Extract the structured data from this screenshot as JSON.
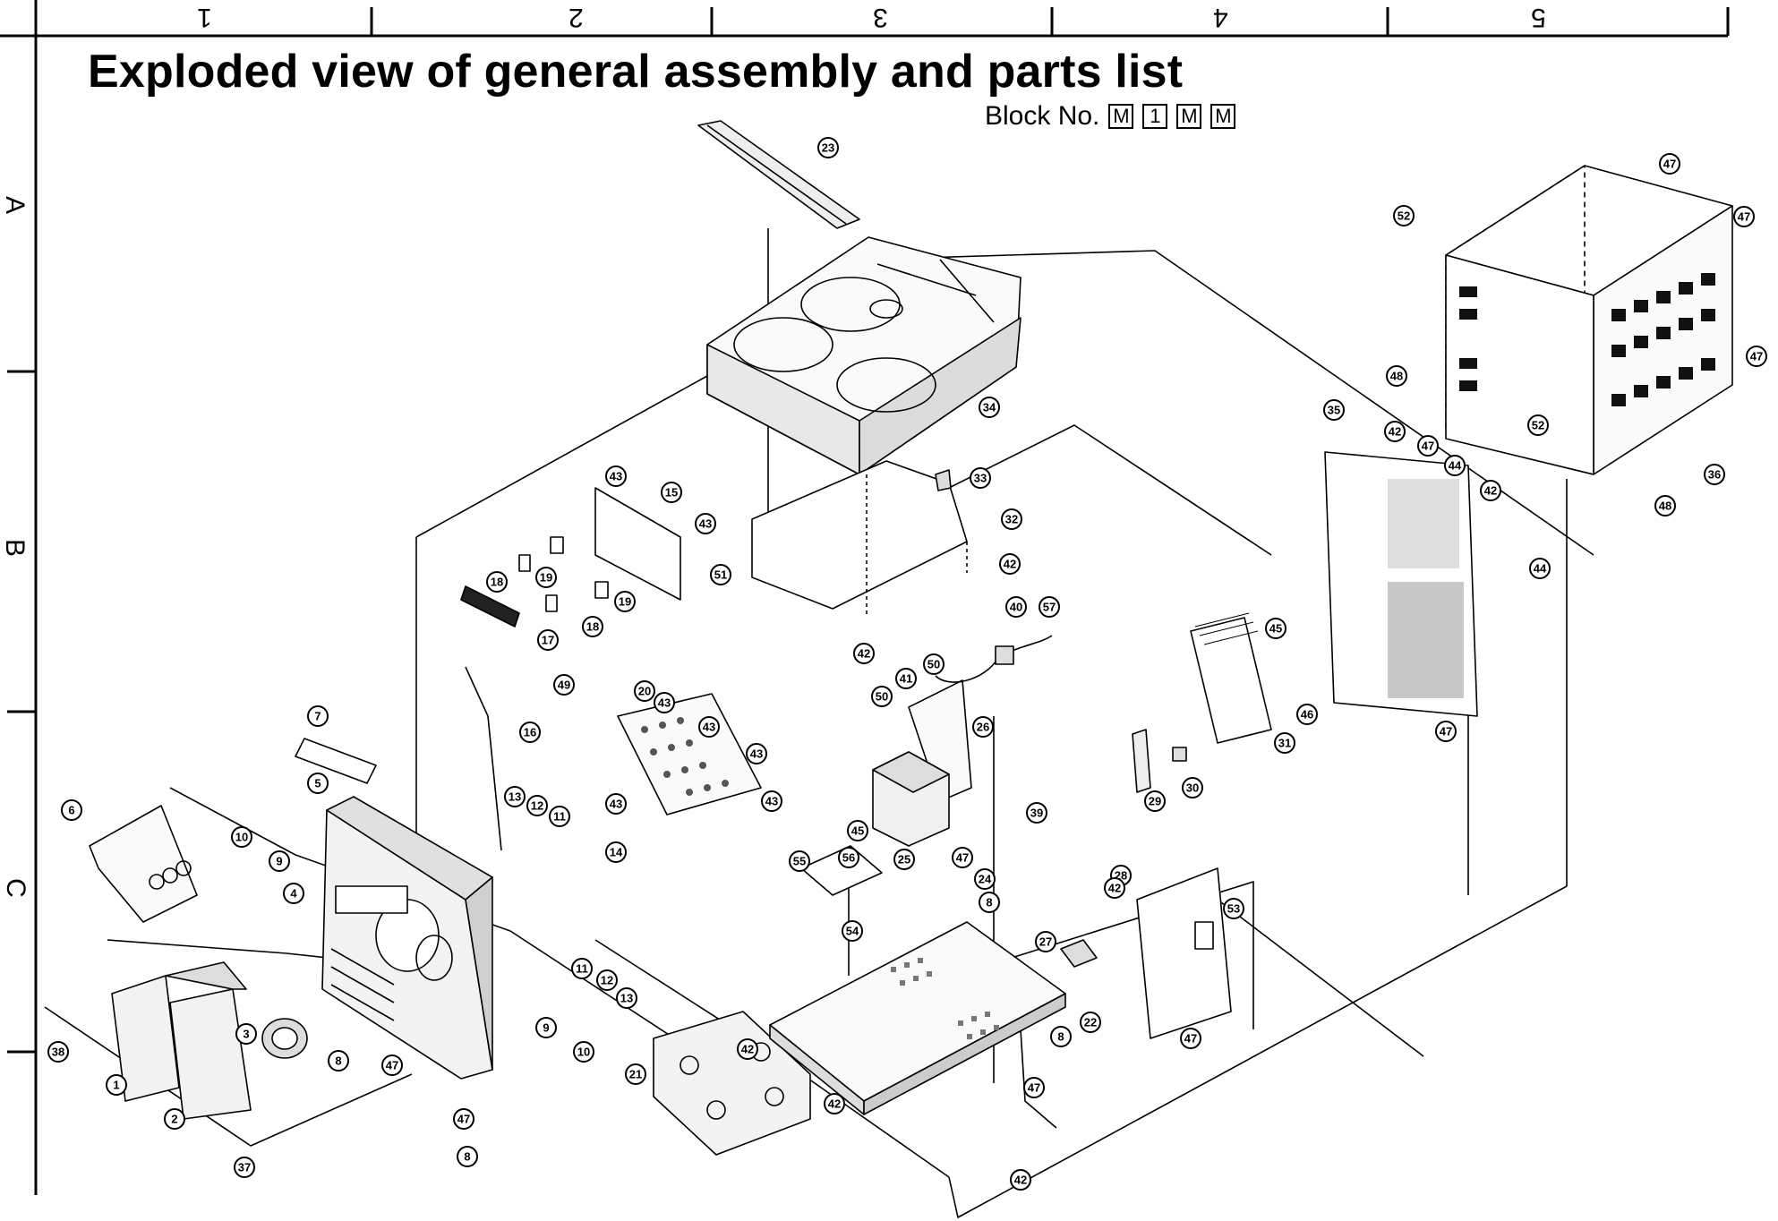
{
  "title": "Exploded view of general assembly and parts list",
  "block": {
    "label": "Block No.",
    "codes": [
      "M",
      "1",
      "M",
      "M"
    ]
  },
  "grid": {
    "columns": [
      "1",
      "2",
      "3",
      "4",
      "5"
    ],
    "rows": [
      "A",
      "B",
      "C"
    ]
  },
  "parts": {
    "p1": "1",
    "p2": "2",
    "p3": "3",
    "p4": "4",
    "p5": "5",
    "p6": "6",
    "p7": "7",
    "p8a": "8",
    "p8b": "8",
    "p8c": "8",
    "p8d": "8",
    "p9a": "9",
    "p9b": "9",
    "p10a": "10",
    "p10b": "10",
    "p11a": "11",
    "p11b": "11",
    "p12a": "12",
    "p12b": "12",
    "p13a": "13",
    "p13b": "13",
    "p14": "14",
    "p15": "15",
    "p16": "16",
    "p17": "17",
    "p18a": "18",
    "p18b": "18",
    "p19a": "19",
    "p19b": "19",
    "p20": "20",
    "p21": "21",
    "p22": "22",
    "p23": "23",
    "p24": "24",
    "p25": "25",
    "p26": "26",
    "p27": "27",
    "p28": "28",
    "p29": "29",
    "p30": "30",
    "p31": "31",
    "p32": "32",
    "p33": "33",
    "p34": "34",
    "p35": "35",
    "p36": "36",
    "p37": "37",
    "p38": "38",
    "p39": "39",
    "p40": "40",
    "p41": "41",
    "p42a": "42",
    "p42b": "42",
    "p42c": "42",
    "p42d": "42",
    "p42e": "42",
    "p42f": "42",
    "p42g": "42",
    "p42h": "42",
    "p43a": "43",
    "p43b": "43",
    "p43c": "43",
    "p43d": "43",
    "p43e": "43",
    "p43f": "43",
    "p43g": "43",
    "p44a": "44",
    "p44b": "44",
    "p45a": "45",
    "p45b": "45",
    "p46": "46",
    "p47a": "47",
    "p47b": "47",
    "p47c": "47",
    "p47d": "47",
    "p47e": "47",
    "p47f": "47",
    "p47g": "47",
    "p47h": "47",
    "p47i": "47",
    "p47j": "47",
    "p48a": "48",
    "p48b": "48",
    "p49": "49",
    "p50a": "50",
    "p50b": "50",
    "p51": "51",
    "p52a": "52",
    "p52b": "52",
    "p53": "53",
    "p54": "54",
    "p55": "55",
    "p56": "56",
    "p57": "57"
  }
}
